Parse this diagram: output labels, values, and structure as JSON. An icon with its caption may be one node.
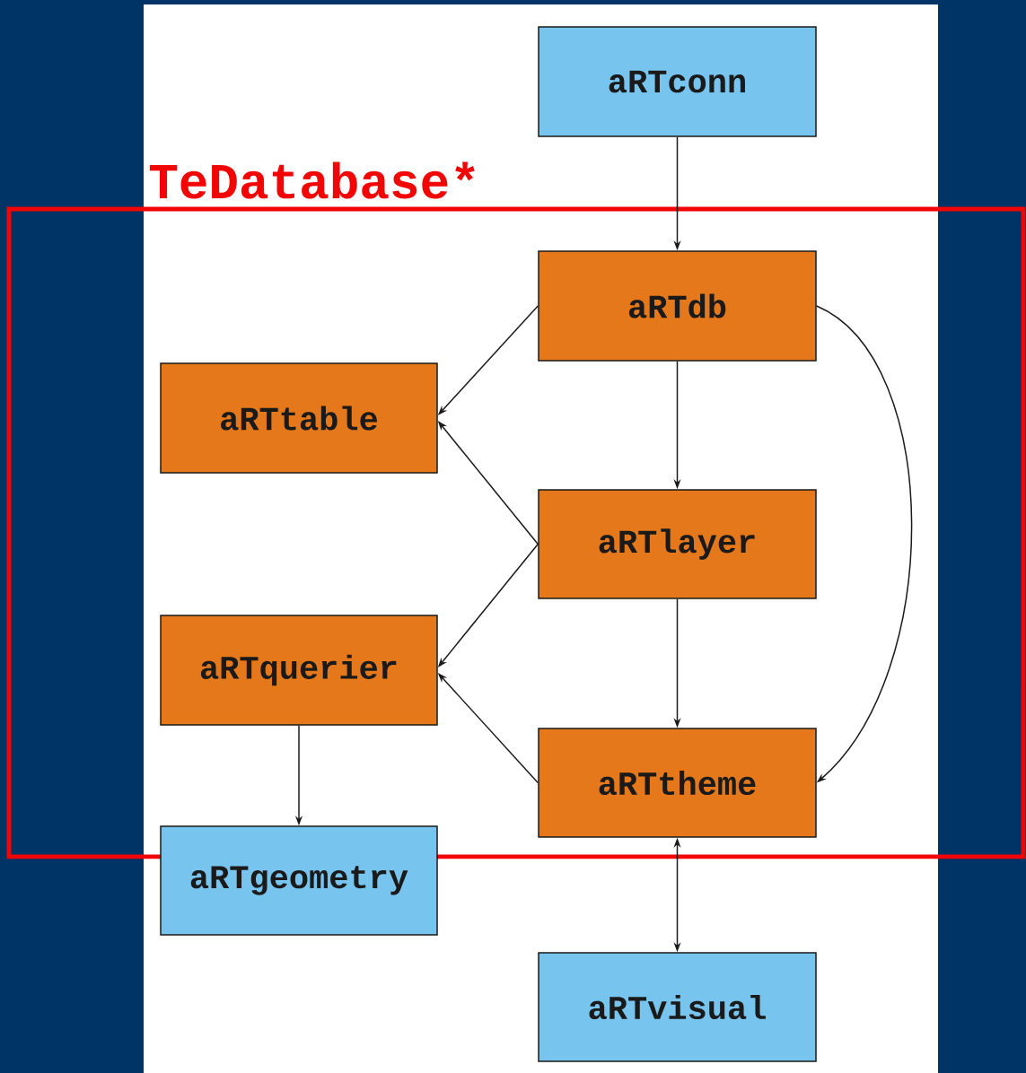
{
  "diagram": {
    "nodes": [
      {
        "text": [
          "aRTconn"
        ]
      },
      {
        "text": [
          "TeDatabase*"
        ]
      },
      {
        "text": [
          "aRTdb"
        ],
        "in": 1
      },
      {
        "text": [
          "aRTtable"
        ],
        "in": 1
      },
      {
        "text": [
          "aRTlayer"
        ],
        "in": 1
      },
      {
        "text": [
          "aRTquerier"
        ],
        "in": 1
      },
      {
        "text": [
          "aRTtheme"
        ],
        "in": 1
      },
      {
        "text": [
          "aRTgeometry"
        ]
      },
      {
        "text": [
          "aRTvisual"
        ]
      }
    ],
    "edges": [
      {
        "from": 0,
        "to": 2,
        "arrow": "to"
      },
      {
        "from": 2,
        "to": 3,
        "arrow": "to"
      },
      {
        "from": 2,
        "to": 4,
        "arrow": "to"
      },
      {
        "from": 2,
        "to": 6,
        "arrow": "to"
      },
      {
        "from": 4,
        "to": 3,
        "arrow": "to"
      },
      {
        "from": 4,
        "to": 5,
        "arrow": "to"
      },
      {
        "from": 4,
        "to": 6,
        "arrow": "to"
      },
      {
        "from": 6,
        "to": 5,
        "arrow": "to"
      },
      {
        "from": 5,
        "to": 7,
        "arrow": "to"
      },
      {
        "from": 6,
        "to": 8,
        "arrow": "both"
      }
    ]
  }
}
